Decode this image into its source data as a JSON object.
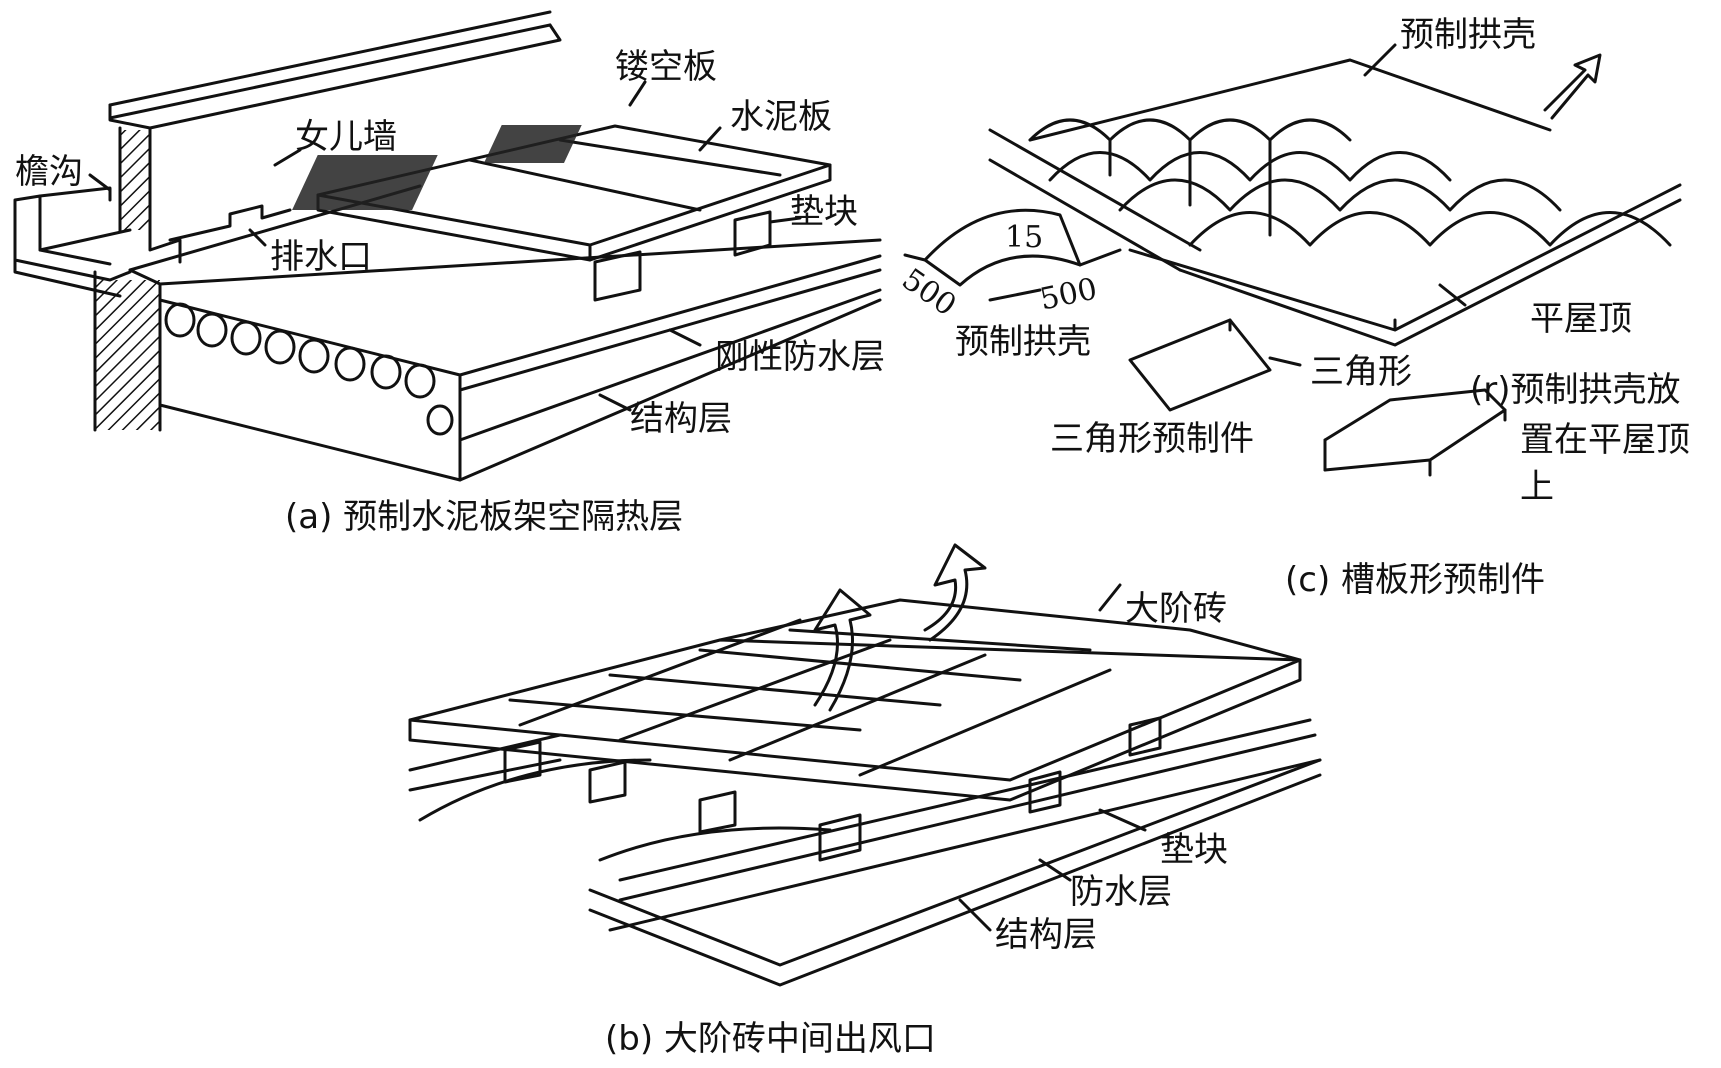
{
  "panel_a": {
    "labels": {
      "eaves_gutter": "檐沟",
      "parapet": "女儿墙",
      "hollow_slab": "镂空板",
      "cement_slab": "水泥板",
      "pad_block": "垫块",
      "drain_outlet": "排水口",
      "rigid_waterproof": "刚性防水层",
      "structural_layer": "结构层"
    },
    "caption": "(a) 预制水泥板架空隔热层"
  },
  "panel_b": {
    "labels": {
      "large_brick": "大阶砖",
      "pad_block": "垫块",
      "waterproof": "防水层",
      "structural_layer": "结构层"
    },
    "caption": "(b) 大阶砖中间出风口"
  },
  "panel_c": {
    "labels": {
      "precast_arch_top": "预制拱壳",
      "dim_15": "15",
      "dim_500_left": "500",
      "dim_500_right": "500",
      "precast_arch": "预制拱壳",
      "flat_roof": "平屋顶",
      "triangle": "三角形",
      "triangle_precast": "三角形预制件",
      "note_line1": "(r)预制拱壳放",
      "note_line2": "置在平屋顶",
      "note_line3": "上"
    },
    "caption": "(c) 槽板形预制件"
  }
}
